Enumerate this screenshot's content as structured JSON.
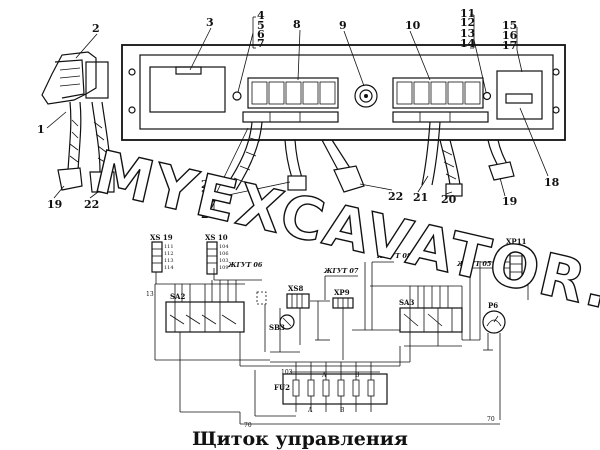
{
  "title": "Щиток управления",
  "watermark": "MYEXCAVATOR.RU",
  "callouts": [
    "1",
    "2",
    "3",
    "4",
    "5",
    "6",
    "7",
    "8",
    "9",
    "10",
    "11",
    "12",
    "13",
    "14",
    "15",
    "16",
    "17",
    "18",
    "19",
    "20",
    "21",
    "22",
    "25",
    "26",
    "27",
    "28"
  ],
  "connectors": {
    "xs19": "XS 19",
    "xs10": "XS 10",
    "xs8": "XS8",
    "xp9": "XP9",
    "xp11": "XP11",
    "sa2": "SA2",
    "sa3": "SA3",
    "sb3": "SB3",
    "p6": "P6",
    "fu2": "FU2"
  },
  "harnesses": {
    "h06": "ЖГУТ 06",
    "h07": "ЖГУТ 07",
    "h08": "ЖГУТ 08",
    "h05": "ЖГУТ 05"
  },
  "wire_numbers": [
    "103",
    "70",
    "70",
    "A",
    "A",
    "B",
    "B",
    "13"
  ]
}
